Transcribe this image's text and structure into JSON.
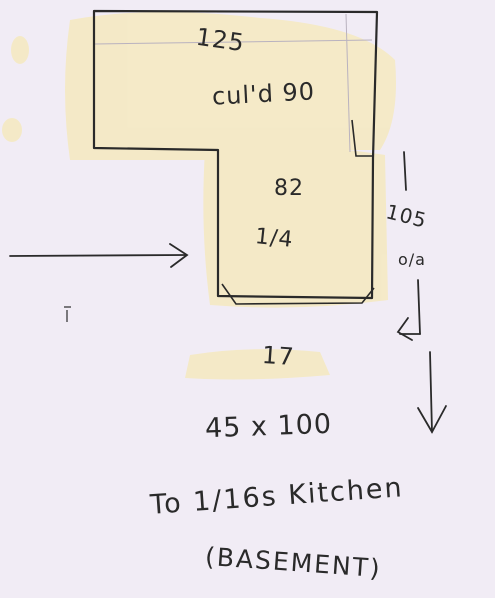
{
  "sketch": {
    "top_section": {
      "dimension": "125",
      "note": "cul'd 90"
    },
    "middle_section": {
      "dimension": "82",
      "note": "1/4"
    },
    "side": {
      "dimension": "105",
      "note": "o/a"
    },
    "bottom": {
      "dimension": "17"
    },
    "size": "45 x 100",
    "destination": "To 1/16s Kitchen",
    "destination_sub": "(BASEMENT)"
  },
  "colors": {
    "paper": "#f1ecf5",
    "highlight": "#f6e9b8",
    "pencil": "#2a2a2a",
    "faint": "#b9b2bf"
  }
}
